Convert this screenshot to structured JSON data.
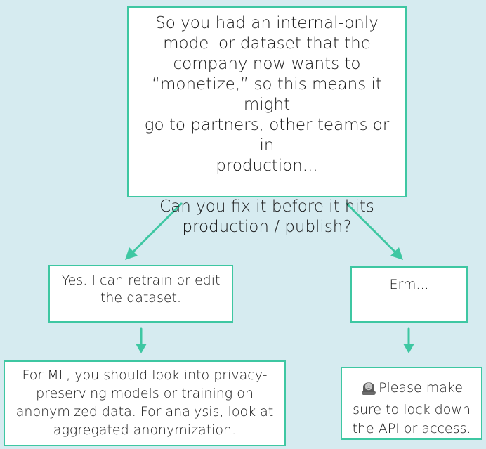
{
  "diagram": {
    "root": {
      "lines": [
        "So you had an internal-only",
        "model or dataset that the",
        "company now wants to",
        "“monetize,” so this means it might",
        "go to partners, other teams or in",
        "production..."
      ],
      "question_lines": [
        "Can you fix it before it hits",
        "production / publish?"
      ]
    },
    "yes_branch": {
      "lines": [
        "Yes. I can retrain or edit",
        "the dataset."
      ]
    },
    "no_branch": {
      "lines": [
        "Erm..."
      ]
    },
    "yes_result": {
      "lines": [
        "For ML, you should look into privacy-",
        "preserving models or training on",
        "anonymized data. For analysis, look at",
        "aggregated anonymization."
      ]
    },
    "no_result": {
      "lines": [
        "Please make",
        "sure to lock down",
        "the API or access."
      ],
      "icon": "person-with-headscarf-icon"
    },
    "colors": {
      "background": "#d6ebf0",
      "accent": "#3ec7a2",
      "box_fill": "#ffffff"
    }
  }
}
